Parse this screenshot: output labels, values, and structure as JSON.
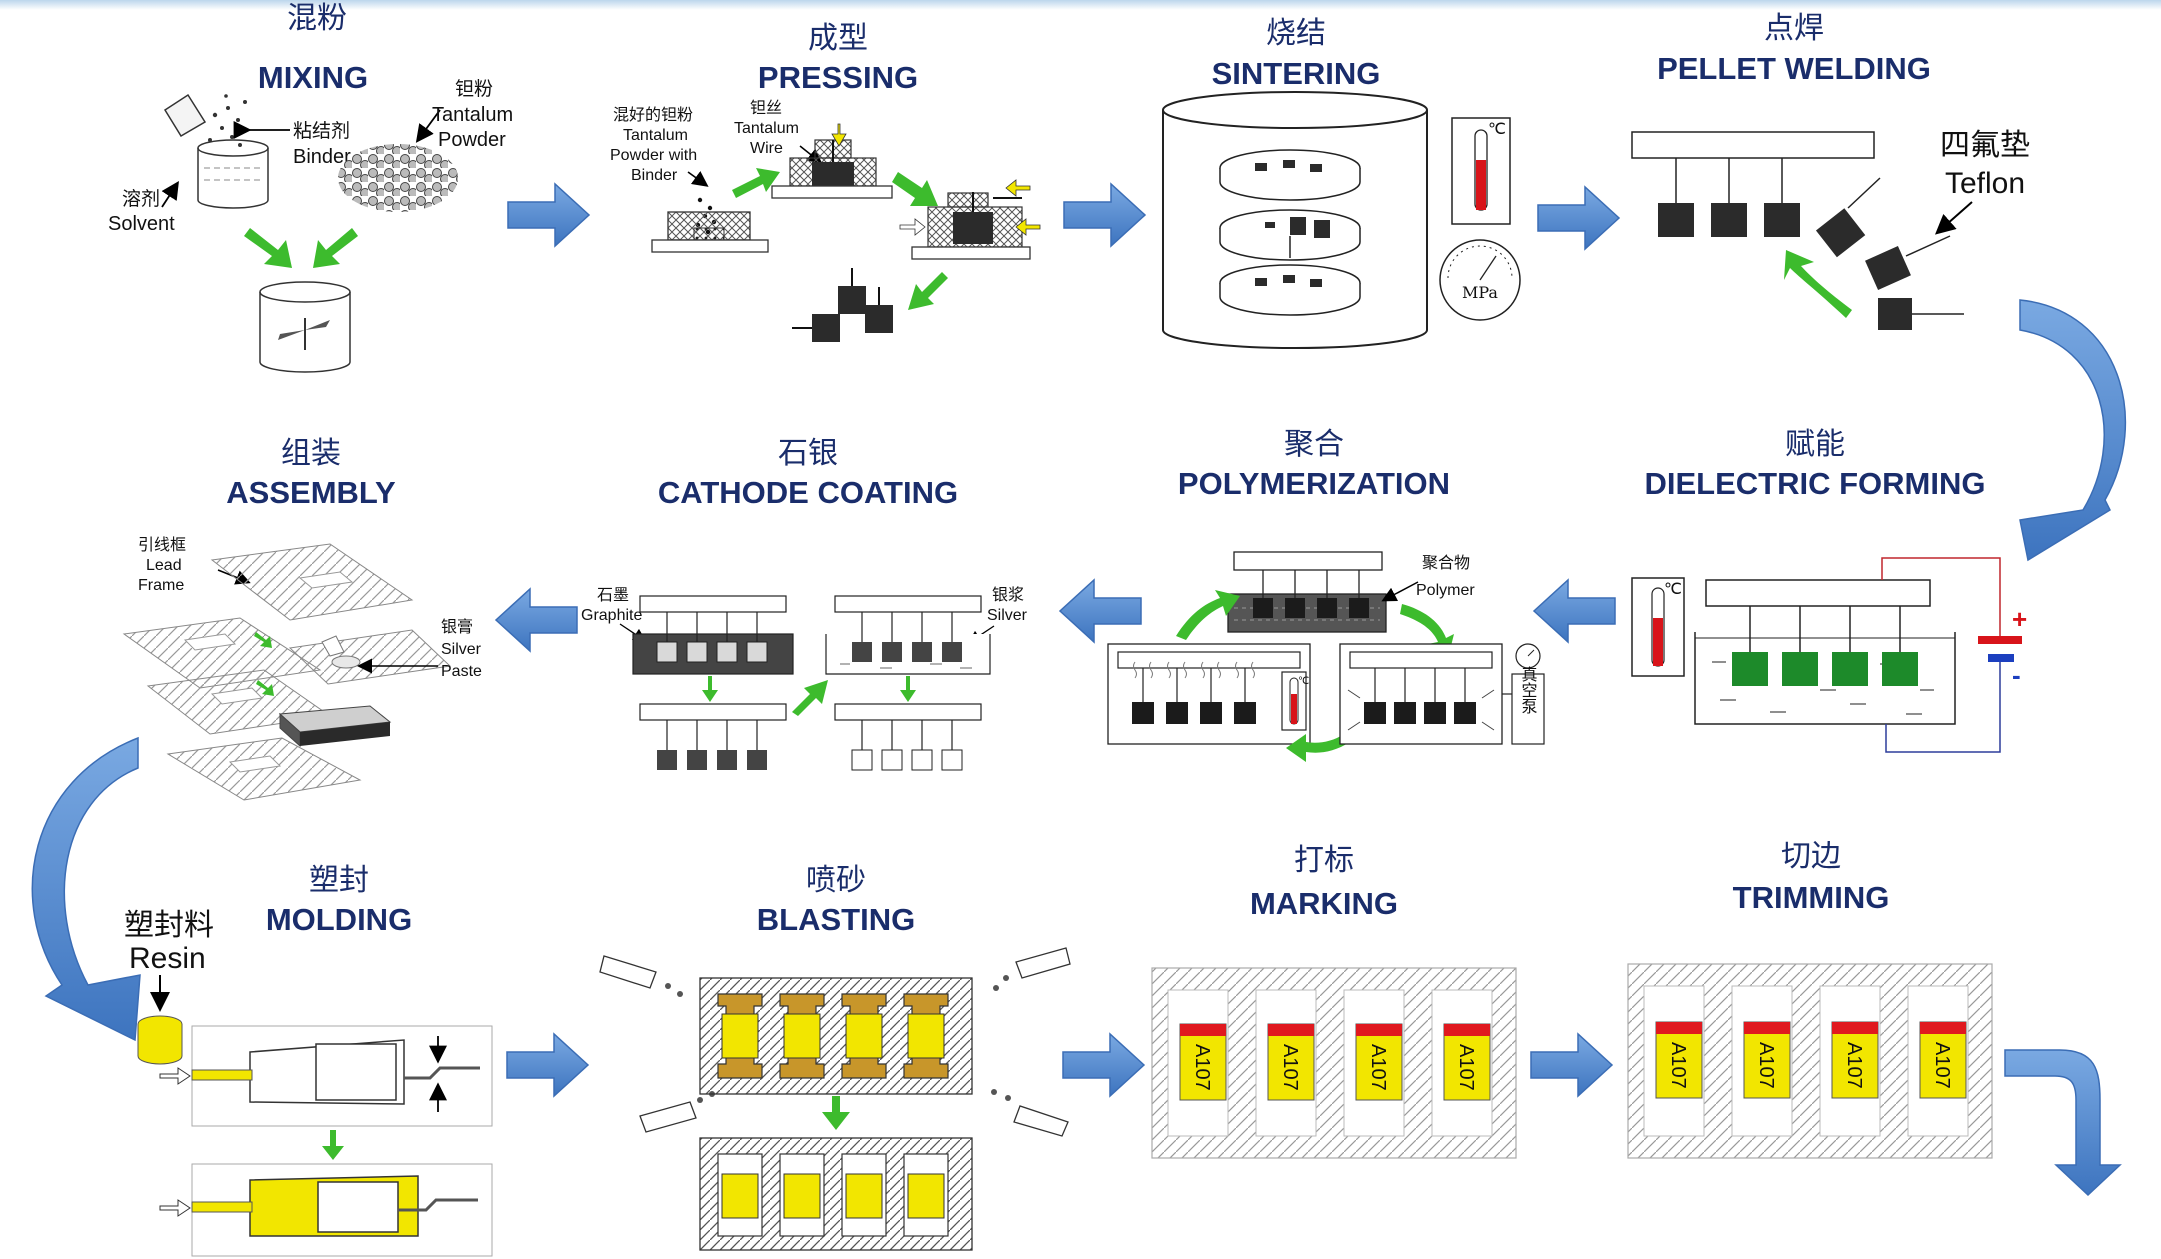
{
  "colors": {
    "title": "#1a2d6b",
    "flow_arrow": "#5b8fd1",
    "step_arrow": "#3dbb2d",
    "component": "#2b2b2b",
    "polymer_green": "#1d8a2a",
    "resin_yellow": "#f2e600",
    "mark_red": "#e0191f"
  },
  "steps": [
    {
      "cn": "混粉",
      "en": "MIXING"
    },
    {
      "cn": "成型",
      "en": "PRESSING"
    },
    {
      "cn": "烧结",
      "en": "SINTERING"
    },
    {
      "cn": "点焊",
      "en": "PELLET WELDING"
    },
    {
      "cn": "组装",
      "en": "ASSEMBLY"
    },
    {
      "cn": "石银",
      "en": "CATHODE COATING"
    },
    {
      "cn": "聚合",
      "en": "POLYMERIZATION"
    },
    {
      "cn": "赋能",
      "en": "DIELECTRIC FORMING"
    },
    {
      "cn": "塑封",
      "en": "MOLDING"
    },
    {
      "cn": "喷砂",
      "en": "BLASTING"
    },
    {
      "cn": "打标",
      "en": "MARKING"
    },
    {
      "cn": "切边",
      "en": "TRIMMING"
    }
  ],
  "labels": {
    "binder_cn": "粘结剂",
    "binder_en": "Binder",
    "solvent_cn": "溶剂",
    "solvent_en": "Solvent",
    "tantalum_powder_cn": "钽粉",
    "tantalum_powder_en1": "Tantalum",
    "tantalum_powder_en2": "Powder",
    "mixed_powder_cn": "混好的钽粉",
    "mixed_powder_en1": "Tantalum",
    "mixed_powder_en2": "Powder with",
    "mixed_powder_en3": "Binder",
    "wire_cn": "钽丝",
    "wire_en1": "Tantalum",
    "wire_en2": "Wire",
    "temp_unit": "℃",
    "pressure_unit": "MPa",
    "teflon_cn": "四氟垫",
    "teflon_en": "Teflon",
    "leadframe_cn": "引线框",
    "leadframe_en1": "Lead",
    "leadframe_en2": "Frame",
    "silverpaste_cn": "银膏",
    "silverpaste_en1": "Silver",
    "silverpaste_en2": "Paste",
    "graphite_cn": "石墨",
    "graphite_en": "Graphite",
    "silver_cn": "银浆",
    "silver_en": "Silver",
    "polymer_cn": "聚合物",
    "polymer_en": "Polymer",
    "vacuum_pump": "真空泵",
    "plus": "+",
    "minus": "-",
    "resin_cn": "塑封料",
    "resin_en": "Resin",
    "marking_code": "A107"
  }
}
